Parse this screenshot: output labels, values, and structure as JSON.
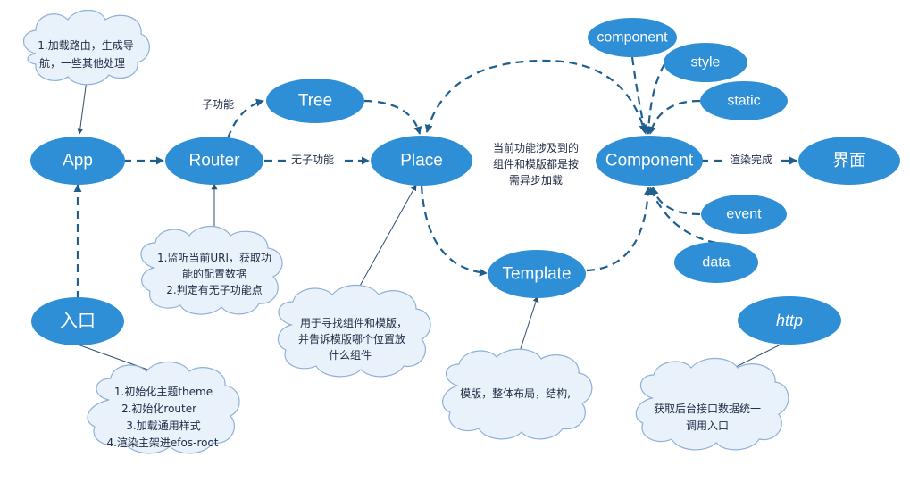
{
  "nodes": {
    "app": "App",
    "router": "Router",
    "tree": "Tree",
    "place": "Place",
    "component": "Component",
    "jiemian": "界面",
    "template": "Template",
    "entry": "入口",
    "http": "http",
    "component_small": "component",
    "style": "style",
    "static": "static",
    "event": "event",
    "data": "data"
  },
  "edge_labels": {
    "sub_feature": "子功能",
    "no_sub_feature": "无子功能",
    "render_done": "渲染完成"
  },
  "notes": {
    "async_load": [
      "当前功能涉及到的",
      "组件和模版都是按",
      "需异步加载"
    ]
  },
  "clouds": {
    "app_cloud": [
      "1.加载路由，生成导",
      "航，一些其他处理"
    ],
    "router_cloud": [
      "1.监听当前URI，获取功",
      "能的配置数据",
      "2.判定有无子功能点"
    ],
    "place_cloud": [
      "用于寻找组件和模版，",
      "并告诉模版哪个位置放",
      "什么组件"
    ],
    "entry_cloud": [
      "1.初始化主题theme",
      "2.初始化router",
      "3.加载通用样式",
      "4.渲染主架进efos-root"
    ],
    "template_cloud": [
      "模版，整体布局，结构,"
    ],
    "http_cloud": [
      "获取后台接口数据统一",
      "调用入口"
    ]
  },
  "colors": {
    "node_fill": "#2e8fd6",
    "cloud_fill": "#e9f1fb",
    "cloud_stroke": "#8fb0d9",
    "edge": "#1f5f8f"
  }
}
